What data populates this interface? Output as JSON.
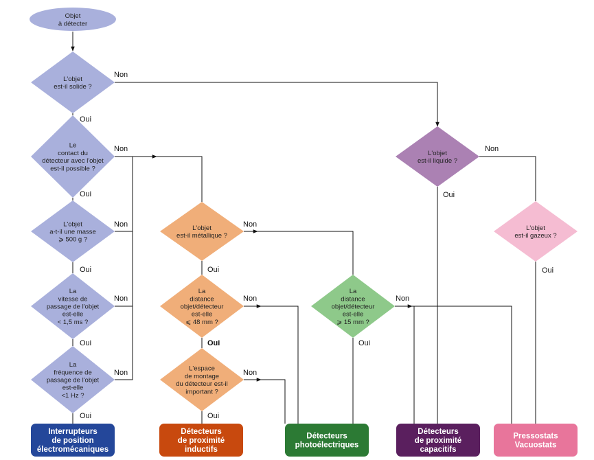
{
  "start": {
    "lines": [
      "Objet",
      "à détecter"
    ]
  },
  "questions": {
    "solide": {
      "lines": [
        "L'objet",
        "est-il solide ?"
      ],
      "color": "#a9b0dc"
    },
    "contact": {
      "lines": [
        "Le",
        "contact du",
        "détecteur  avec l'objet",
        "est-il possible ?"
      ],
      "color": "#a9b0dc"
    },
    "masse": {
      "lines": [
        "L'objet",
        "a-t-il une masse",
        "⩾ 500 g ?"
      ],
      "color": "#a9b0dc"
    },
    "vitesse": {
      "lines": [
        "La",
        "vitesse de",
        "passage de l'objet",
        "est-elle",
        "< 1,5 ms ?"
      ],
      "color": "#a9b0dc"
    },
    "frequence": {
      "lines": [
        "La",
        "fréquence de",
        "passage de l'objet",
        "est-elle",
        "<1 Hz ?"
      ],
      "color": "#a9b0dc"
    },
    "metallique": {
      "lines": [
        "L'objet",
        "est-il métallique ?"
      ],
      "color": "#f0ae79"
    },
    "distance48": {
      "lines": [
        "La",
        "distance",
        "objet/détecteur",
        "est-elle",
        "⩽ 48 mm ?"
      ],
      "color": "#f0ae79"
    },
    "espace": {
      "lines": [
        "L'espace",
        "de montage",
        "du détecteur est-il",
        "important ?"
      ],
      "color": "#f0ae79"
    },
    "distance15": {
      "lines": [
        "La",
        "distance",
        "objet/détecteur",
        "est-elle",
        "⩾ 15 mm ?"
      ],
      "color": "#8ec98a"
    },
    "liquide": {
      "lines": [
        "L'objet",
        "est-il liquide ?"
      ],
      "color": "#ab81b3"
    },
    "gazeux": {
      "lines": [
        "L'objet",
        "est-il gazeux ?"
      ],
      "color": "#f5bcd2"
    }
  },
  "labels": {
    "yes": "Oui",
    "no": "Non"
  },
  "results": {
    "interrupteurs": {
      "lines": [
        "Interrupteurs",
        "de position",
        "électromécaniques"
      ],
      "color": "#24479a"
    },
    "inductifs": {
      "lines": [
        "Détecteurs",
        "de proximité",
        "inductifs"
      ],
      "color": "#c8490e"
    },
    "photo": {
      "lines": [
        "Détecteurs",
        "photoélectriques"
      ],
      "color": "#2c7a34"
    },
    "capacitifs": {
      "lines": [
        "Détecteurs",
        "de proximité",
        "capacitifs"
      ],
      "color": "#5a1f5e"
    },
    "pressostats": {
      "lines": [
        "Pressostats",
        "Vacuostats"
      ],
      "color": "#e8759b"
    }
  }
}
